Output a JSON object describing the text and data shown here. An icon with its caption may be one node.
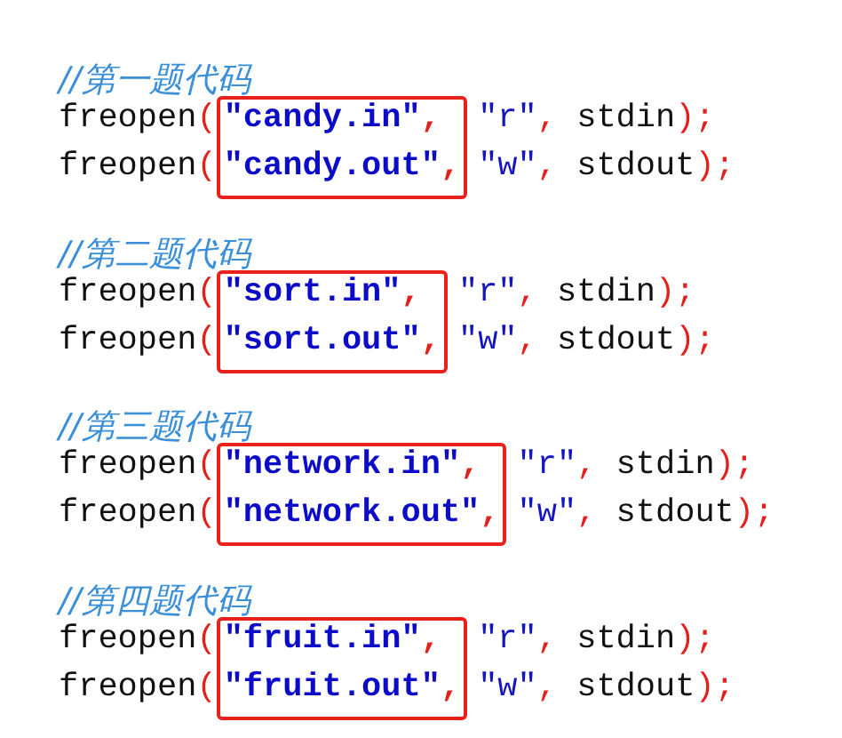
{
  "diagram": {
    "nodes": [
      {
        "text": [
          "\"candy.in\",",
          "\"candy.out\","
        ]
      },
      {
        "text": [
          "\"sort.in\",",
          "\"sort.out\","
        ]
      },
      {
        "text": [
          "\"network.in\",",
          "\"network.out\","
        ]
      },
      {
        "text": [
          "\"fruit.in\",",
          "\"fruit.out\","
        ]
      }
    ],
    "labels": [
      "//第一题代码",
      "freopen(",
      "\"r\", stdin);",
      "freopen(",
      "\"w\", stdout);",
      "//第二题代码",
      "freopen(",
      "\"r\", stdin);",
      "freopen(",
      "\"w\", stdout);",
      "//第三题代码",
      "freopen(",
      "\"r\", stdin);",
      "freopen(",
      "\"w\", stdout);",
      "//第四题代码",
      "freopen(",
      "\"r\", stdin);",
      "freopen(",
      "\"w\", stdout);"
    ]
  }
}
